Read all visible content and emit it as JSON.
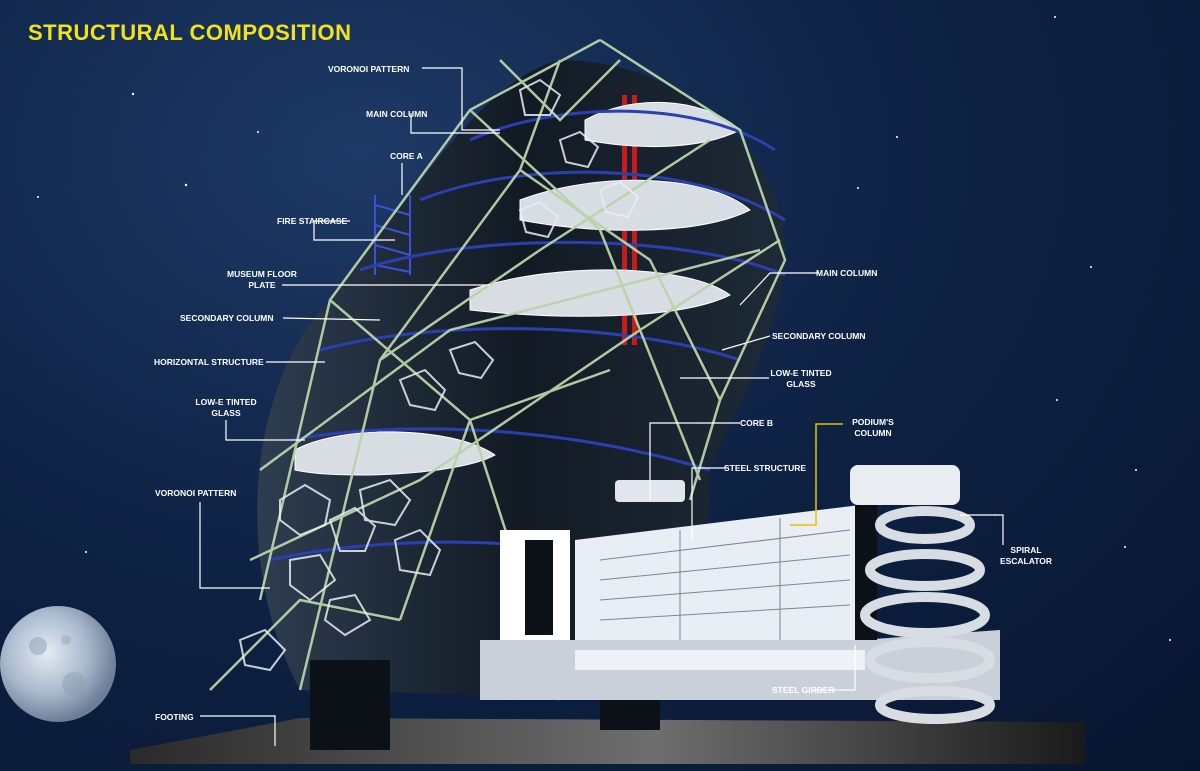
{
  "title": "STRUCTURAL COMPOSITION",
  "labels": {
    "voronoi_pattern_top": "VORONOI PATTERN",
    "main_column_left": "MAIN COLUMN",
    "core_a": "CORE A",
    "fire_staircase": "FIRE STAIRCASE",
    "museum_floor_plate_1": "MUSEUM FLOOR",
    "museum_floor_plate_2": "PLATE",
    "secondary_column_left": "SECONDARY COLUMN",
    "horizontal_structure": "HORIZONTAL STRUCTURE",
    "low_e_left_1": "LOW-E TINTED",
    "low_e_left_2": "GLASS",
    "voronoi_pattern_bottom": "VORONOI PATTERN",
    "footing": "FOOTING",
    "main_column_right": "MAIN COLUMN",
    "secondary_column_right": "SECONDARY COLUMN",
    "low_e_right_1": "LOW-E TINTED",
    "low_e_right_2": "GLASS",
    "core_b": "CORE B",
    "podium_column_1": "PODIUM'S",
    "podium_column_2": "COLUMN",
    "steel_structure": "STEEL STRUCTURE",
    "spiral_escalator_1": "SPIRAL",
    "spiral_escalator_2": "ESCALATOR",
    "steel_girder": "STEEL GIRDER"
  },
  "colors": {
    "title": "#f2e21b",
    "label_text": "#ffffff",
    "leader_line": "#ffffff",
    "podium_leader": "#e8c400",
    "steel_frame": "#b8d4a8",
    "blue_ring": "#2a3fb0",
    "core_red": "#c81c1c"
  }
}
